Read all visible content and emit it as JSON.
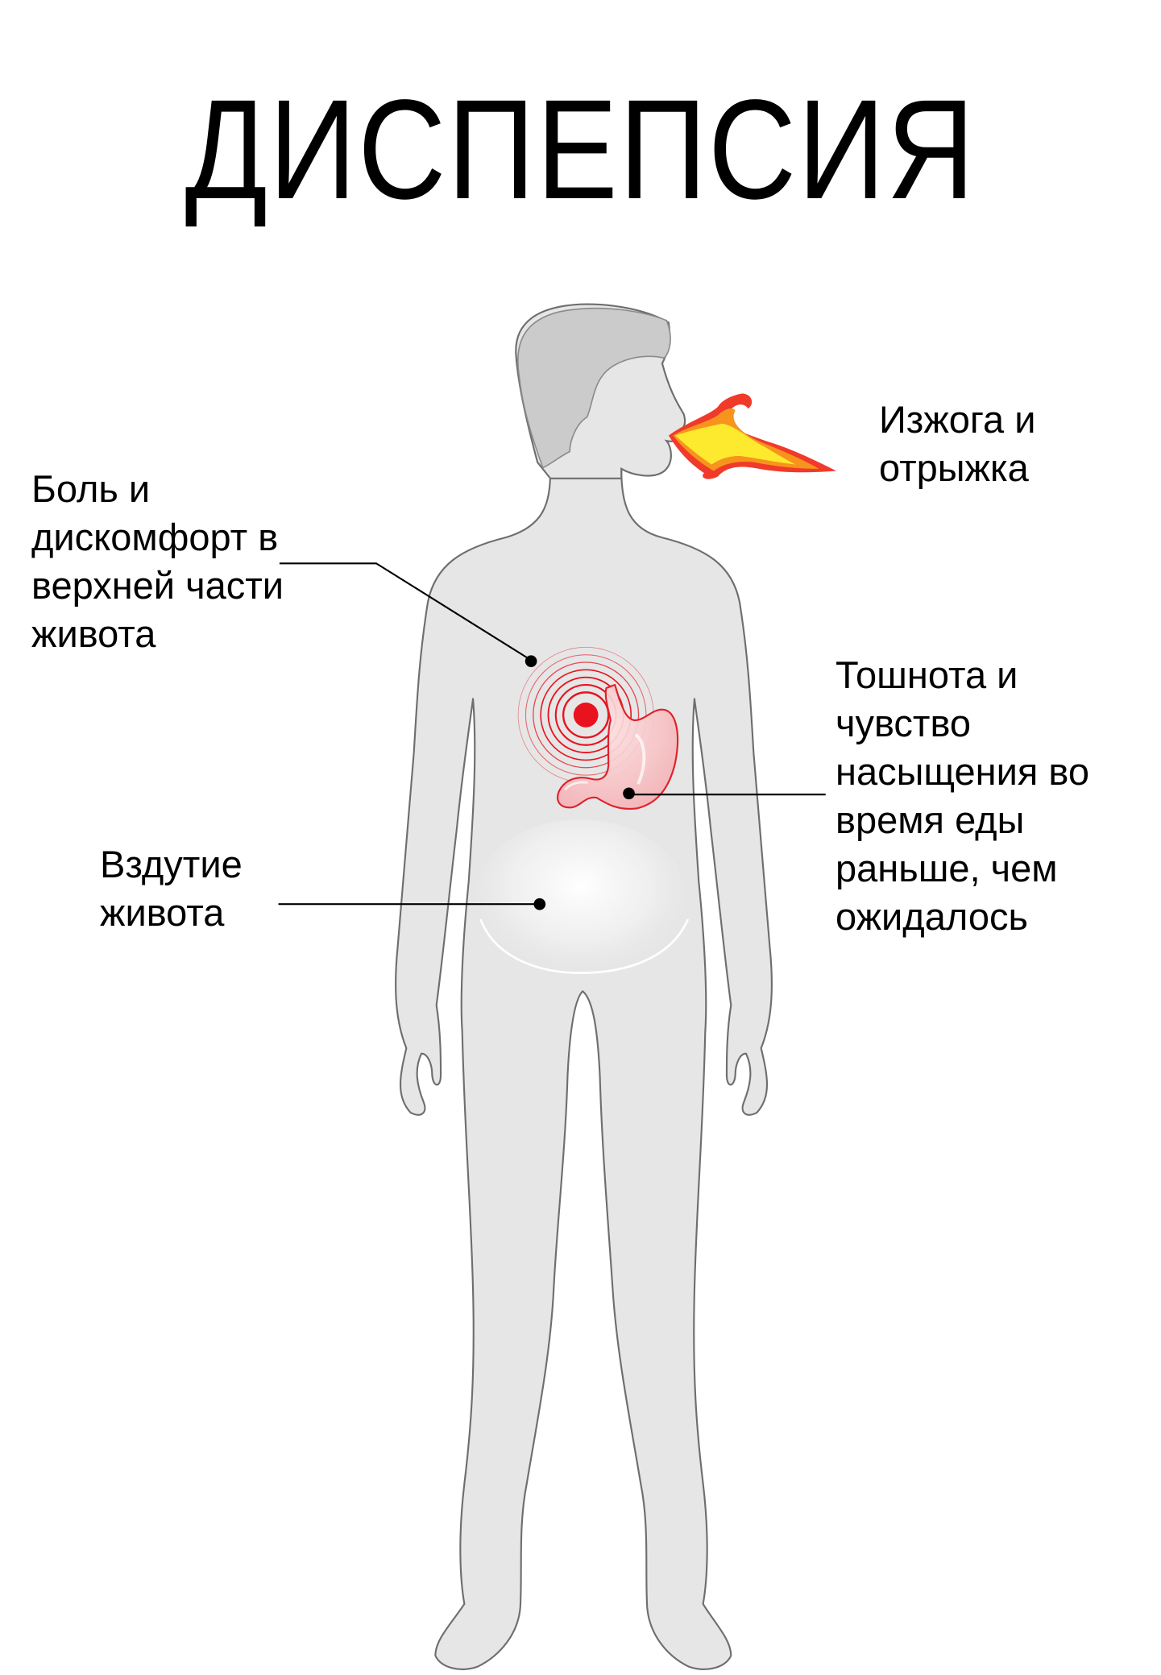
{
  "title": "ДИСПЕПСИЯ",
  "colors": {
    "body_fill": "#e6e6e6",
    "body_outline": "#6e6e6e",
    "hair_fill": "#cbcbcb",
    "pain_red": "#e8131f",
    "stomach_fill": "#f8c9cb",
    "stomach_outline": "#e0202a",
    "flame_red": "#f03a2a",
    "flame_orange": "#f7941d",
    "flame_yellow": "#fde92e",
    "leader_line": "#000000"
  },
  "symptoms": [
    {
      "id": "heartburn",
      "lines": [
        "Изжога и",
        "отрыжка"
      ],
      "icon": "flame-icon"
    },
    {
      "id": "upper-abdominal-pain",
      "lines": [
        "Боль и",
        "дискомфорт в",
        "верхней части",
        "живота"
      ],
      "icon": "pain-rings-icon"
    },
    {
      "id": "nausea-early-satiety",
      "lines": [
        "Тошнота и",
        "чувство",
        "насыщения во",
        "время еды",
        "раньше, чем",
        "ожидалось"
      ],
      "icon": "stomach-icon"
    },
    {
      "id": "bloating",
      "lines": [
        "Вздутие",
        "живота"
      ],
      "icon": "bloated-belly-icon"
    }
  ]
}
